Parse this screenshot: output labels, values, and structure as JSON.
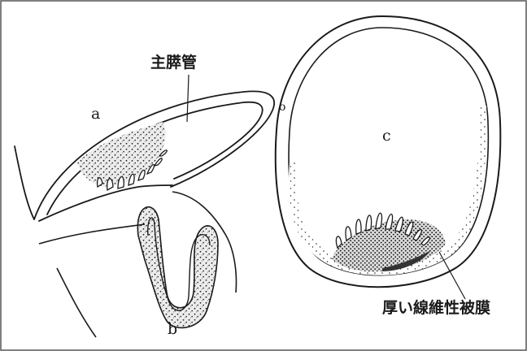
{
  "labels": {
    "main_duct": "主膵管",
    "thick_capsule": "厚い線維性被膜",
    "a": "a",
    "b": "b",
    "c": "c",
    "small_o": "o"
  },
  "colors": {
    "line": "#1a1a1a",
    "frame": "#555555",
    "papilla_fill": "#d4d4d4",
    "background": "#ffffff"
  }
}
